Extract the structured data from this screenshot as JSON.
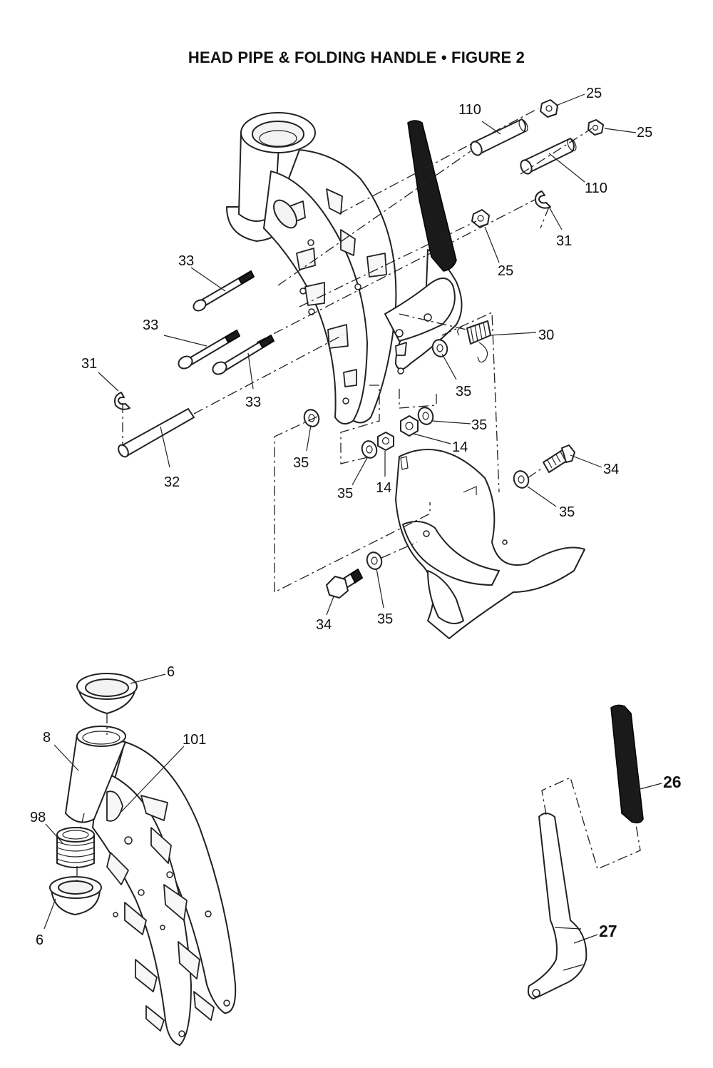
{
  "title": "HEAD PIPE & FOLDING HANDLE  •  FIGURE 2",
  "callouts": {
    "c25a": "25",
    "c25b": "25",
    "c25c": "25",
    "c110a": "110",
    "c110b": "110",
    "c31a": "31",
    "c31b": "31",
    "c33a": "33",
    "c33b": "33",
    "c33c": "33",
    "c30": "30",
    "c35a": "35",
    "c35b": "35",
    "c35c": "35",
    "c35d": "35",
    "c35e": "35",
    "c35f": "35",
    "c14a": "14",
    "c14b": "14",
    "c34a": "34",
    "c34b": "34",
    "c32": "32",
    "c6a": "6",
    "c6b": "6",
    "c8": "8",
    "c101": "101",
    "c98": "98",
    "c26": "26",
    "c27": "27"
  }
}
